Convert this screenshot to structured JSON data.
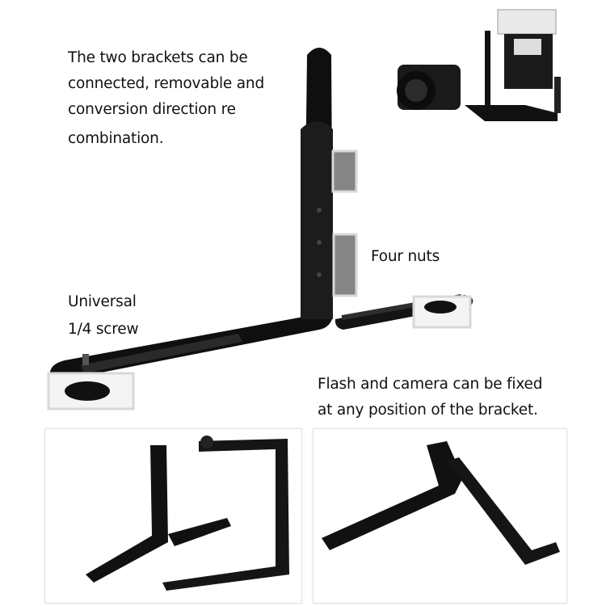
{
  "captions": {
    "intro": [
      "The two brackets can be",
      "connected, removable and",
      "conversion direction re",
      "combination."
    ],
    "nuts": "Four nuts",
    "screw": [
      "Universal",
      "1/4 screw"
    ],
    "flash": [
      "Flash and camera can be fixed",
      "at any position of the bracket."
    ]
  },
  "colors": {
    "bracket": "#111111",
    "highlight": "#d8d8d8",
    "background": "#ffffff"
  }
}
